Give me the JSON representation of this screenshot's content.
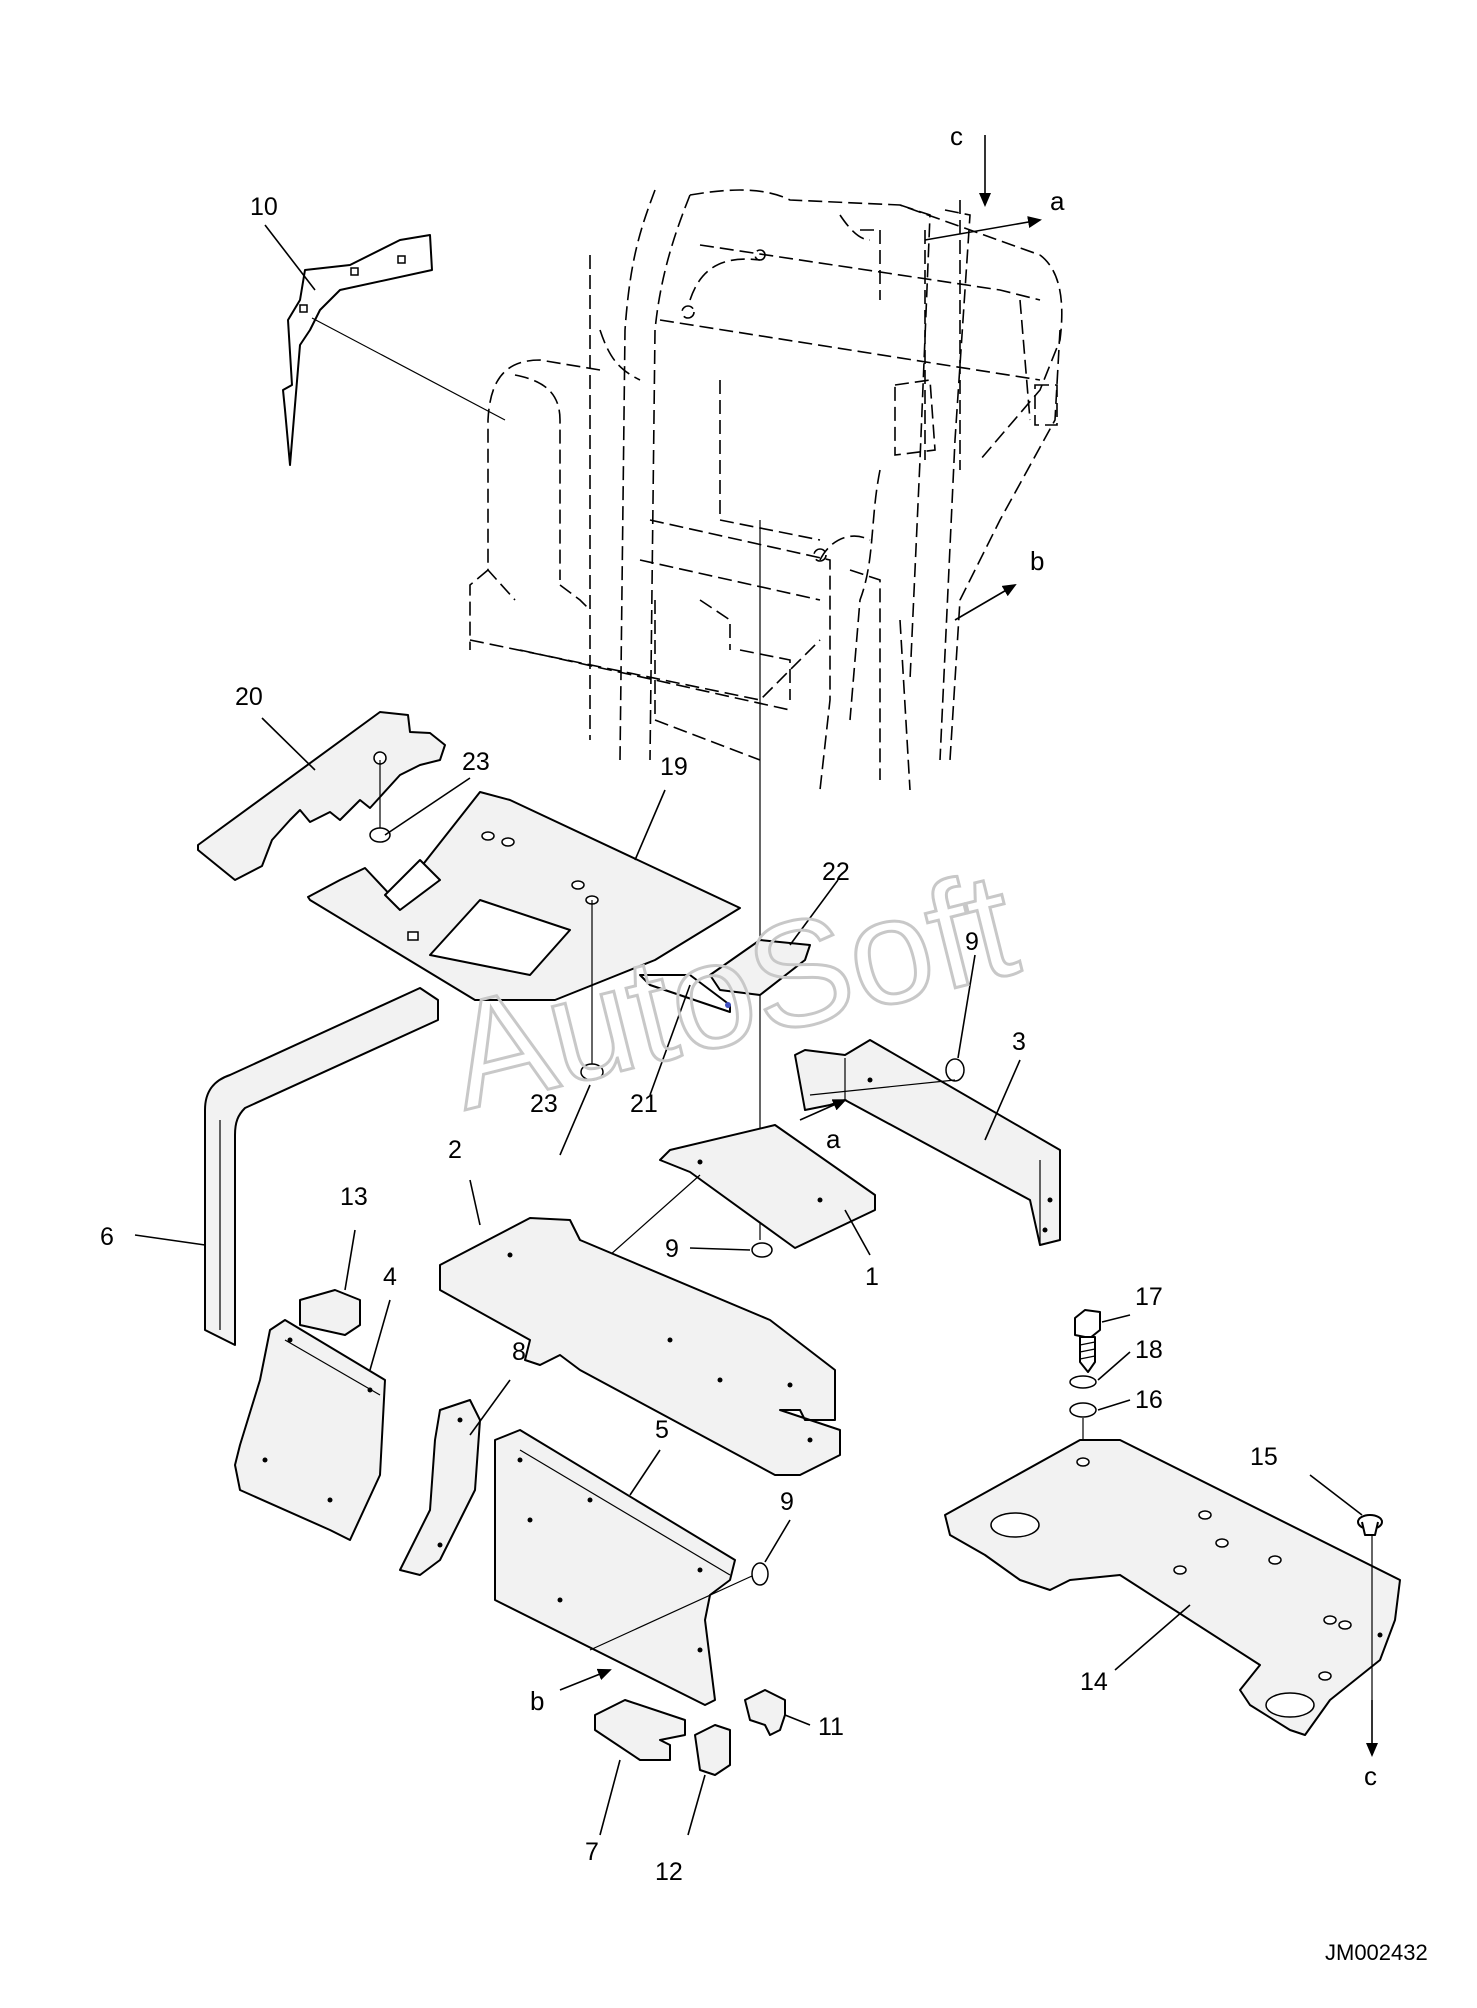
{
  "diagram_code": "JM002432",
  "watermark": "AutoSoft",
  "parts": [
    {
      "id": "p10",
      "number": "10"
    },
    {
      "id": "p20",
      "number": "20"
    },
    {
      "id": "p23a",
      "number": "23"
    },
    {
      "id": "p19",
      "number": "19"
    },
    {
      "id": "p22",
      "number": "22"
    },
    {
      "id": "p9a",
      "number": "9"
    },
    {
      "id": "p3",
      "number": "3"
    },
    {
      "id": "p23b",
      "number": "23"
    },
    {
      "id": "p21",
      "number": "21"
    },
    {
      "id": "p6",
      "number": "6"
    },
    {
      "id": "p2",
      "number": "2"
    },
    {
      "id": "p13",
      "number": "13"
    },
    {
      "id": "p4",
      "number": "4"
    },
    {
      "id": "p9b",
      "number": "9"
    },
    {
      "id": "p1",
      "number": "1"
    },
    {
      "id": "p8",
      "number": "8"
    },
    {
      "id": "p5",
      "number": "5"
    },
    {
      "id": "p9c",
      "number": "9"
    },
    {
      "id": "p17",
      "number": "17"
    },
    {
      "id": "p18",
      "number": "18"
    },
    {
      "id": "p16",
      "number": "16"
    },
    {
      "id": "p15",
      "number": "15"
    },
    {
      "id": "p14",
      "number": "14"
    },
    {
      "id": "p11",
      "number": "11"
    },
    {
      "id": "p7",
      "number": "7"
    },
    {
      "id": "p12",
      "number": "12"
    }
  ],
  "arrows": [
    {
      "id": "c_top",
      "letter": "c"
    },
    {
      "id": "a_top",
      "letter": "a"
    },
    {
      "id": "b_top",
      "letter": "b"
    },
    {
      "id": "a_mid",
      "letter": "a"
    },
    {
      "id": "b_low",
      "letter": "b"
    },
    {
      "id": "c_low",
      "letter": "c"
    }
  ]
}
